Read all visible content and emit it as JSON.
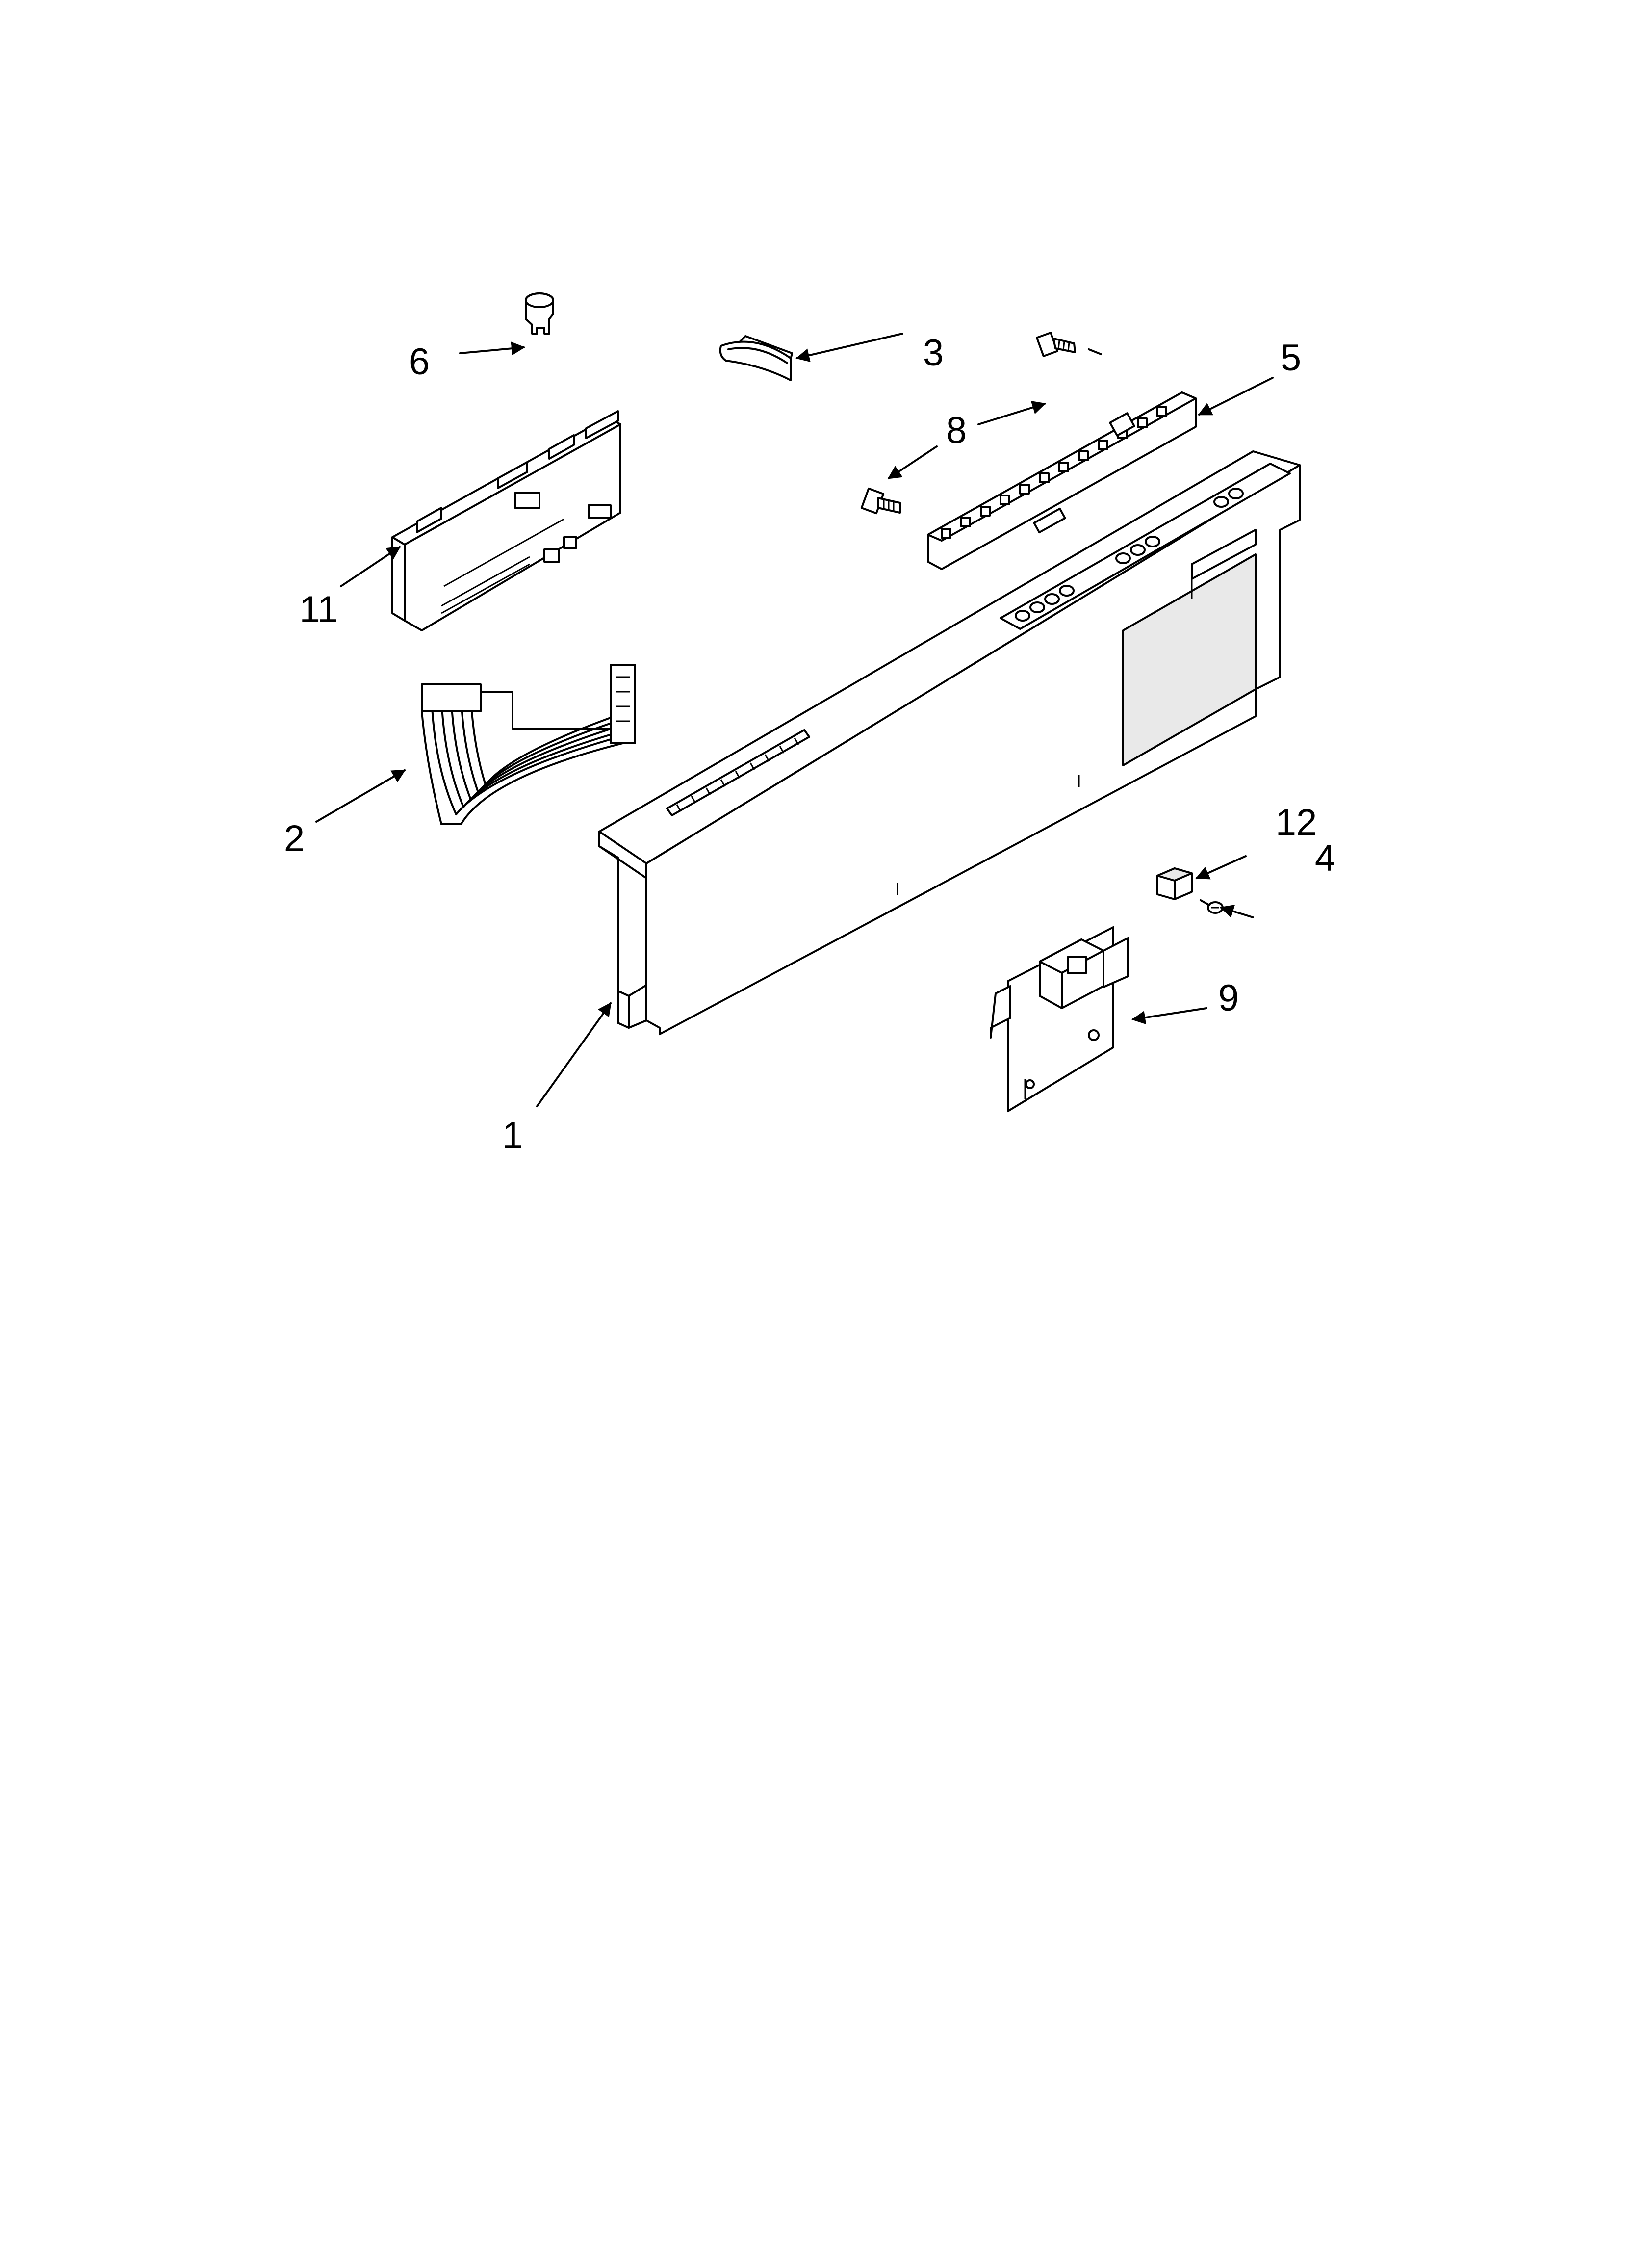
{
  "callouts": {
    "c1": "1",
    "c2": "2",
    "c3": "3",
    "c4": "4",
    "c5": "5",
    "c6": "6",
    "c8": "8",
    "c9": "9",
    "c11": "11",
    "c12": "12"
  },
  "colors": {
    "line": "#000000",
    "background": "#ffffff",
    "panel_shade": "#e9e9e9"
  }
}
